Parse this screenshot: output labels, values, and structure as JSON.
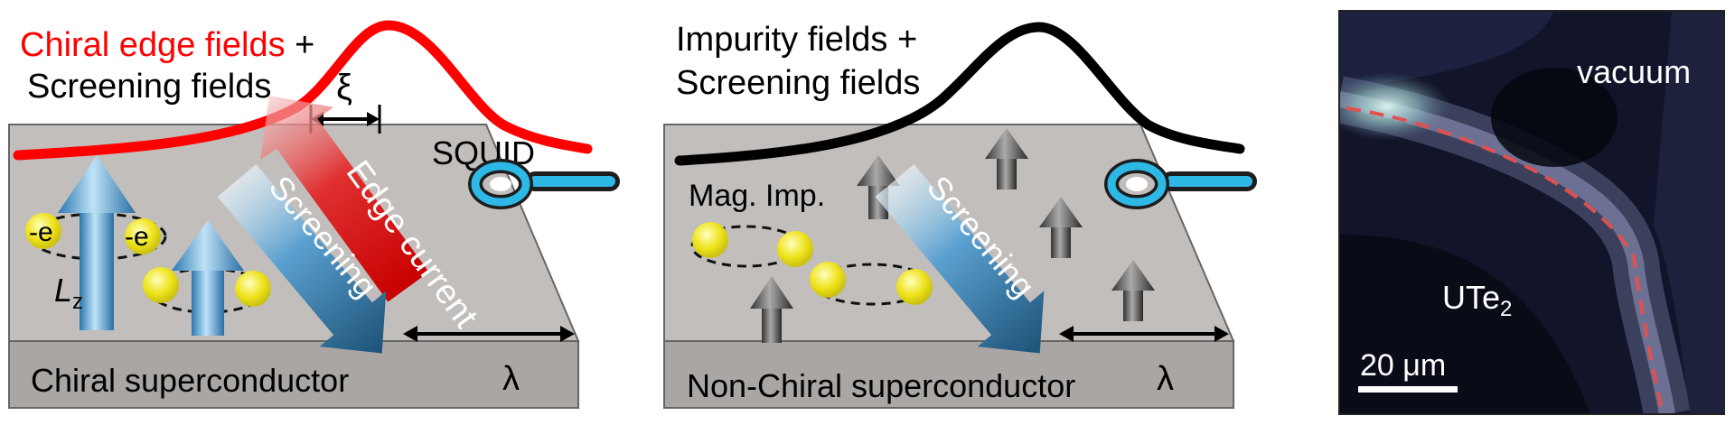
{
  "panel_left": {
    "title_line1_red": "Chiral edge fields",
    "title_line1_plus": " +",
    "title_line2": "Screening fields",
    "xi": "ξ",
    "squid": "SQUID",
    "edge_current": "Edge current",
    "screening": "Screening",
    "electron1": "-e",
    "electron2": "-e",
    "lz_main": "L",
    "lz_sub": "z",
    "lambda": "λ",
    "slab_label": "Chiral superconductor"
  },
  "panel_middle": {
    "title_line1": "Impurity fields +",
    "title_line2": "Screening fields",
    "mag_imp": "Mag. Imp.",
    "screening": "Screening",
    "lambda": "λ",
    "slab_label": "Non-Chiral superconductor"
  },
  "panel_right": {
    "vacuum": "vacuum",
    "material_main": "UTe",
    "material_sub": "2",
    "scalebar": "20 μm"
  },
  "colors": {
    "red_curve": "#ff0000",
    "black_curve": "#000000",
    "slab_top": "#c2bebb",
    "slab_front": "#a9a5a2",
    "squid": "#2eb8e6",
    "edge_arrow": "#d40000",
    "screen_arrow": "#1f5f86",
    "electron": "#f2ea1a",
    "scan_bg": "#101225",
    "dashed_edge": "#e05050"
  }
}
